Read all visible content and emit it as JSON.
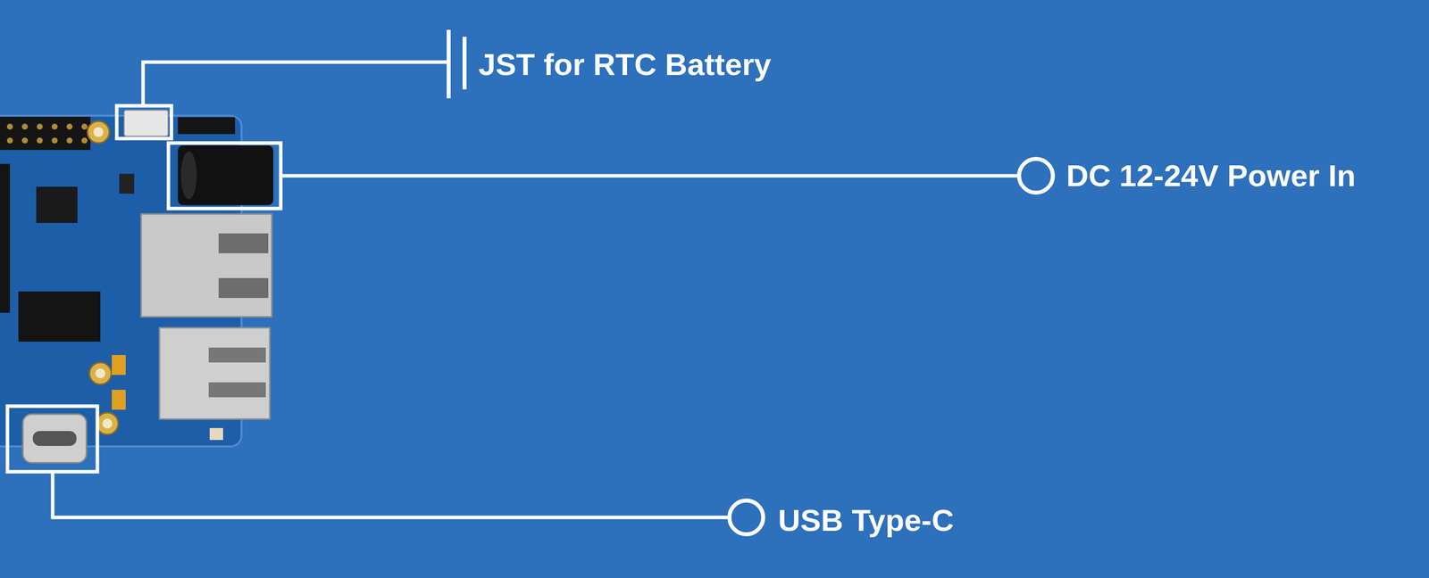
{
  "diagram": {
    "labels": [
      "JST for RTC Battery",
      "DC 12-24V Power In",
      "USB Type-C"
    ]
  }
}
